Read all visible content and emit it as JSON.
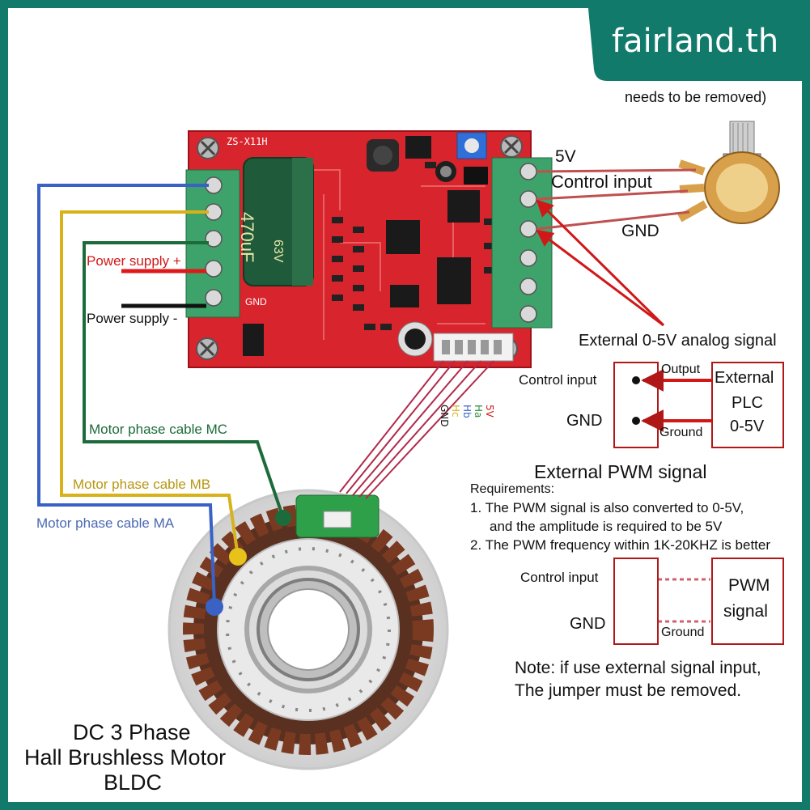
{
  "watermark": "fairland.th",
  "board_label": "ZS-X11H",
  "cap_label": "470uF",
  "cap_voltage": "63V",
  "top_note": "needs to be removed)",
  "pot_labels": {
    "v5": "5V",
    "control": "Control input",
    "gnd": "GND"
  },
  "power": {
    "plus": "Power supply +",
    "minus": "Power supply -",
    "gnd": "GND"
  },
  "hall_labels": [
    "5V",
    "Ha",
    "Hb",
    "Hc",
    "GND"
  ],
  "motor_cables": {
    "mc": "Motor phase cable MC",
    "mb": "Motor phase cable MB",
    "ma": "Motor phase cable MA"
  },
  "motor_title": [
    "DC 3 Phase",
    "Hall Brushless Motor",
    "BLDC"
  ],
  "analog": {
    "title": "External 0-5V analog signal",
    "control": "Control input",
    "gnd": "GND",
    "output": "Output",
    "ground": "Ground",
    "device": [
      "External",
      "PLC",
      "0-5V"
    ]
  },
  "pwm": {
    "title": "External PWM signal",
    "req_title": "Requirements:",
    "req": [
      "1. The PWM signal is also converted to 0-5V,",
      "and the amplitude is required to be 5V",
      "2. The PWM frequency within 1K-20KHZ is better"
    ],
    "control": "Control input",
    "gnd": "GND",
    "ground": "Ground",
    "device": [
      "PWM",
      "signal"
    ]
  },
  "note": [
    "Note:  if use external signal input,",
    "The jumper must be removed."
  ],
  "colors": {
    "accent": "#127a6b",
    "pcb": "#d8242c",
    "terminal": "#3ea36a",
    "arrow": "#d01818",
    "blue_wire": "#3a62c4",
    "yellow_wire": "#d8b21a",
    "green_wire": "#1c6b3a"
  }
}
